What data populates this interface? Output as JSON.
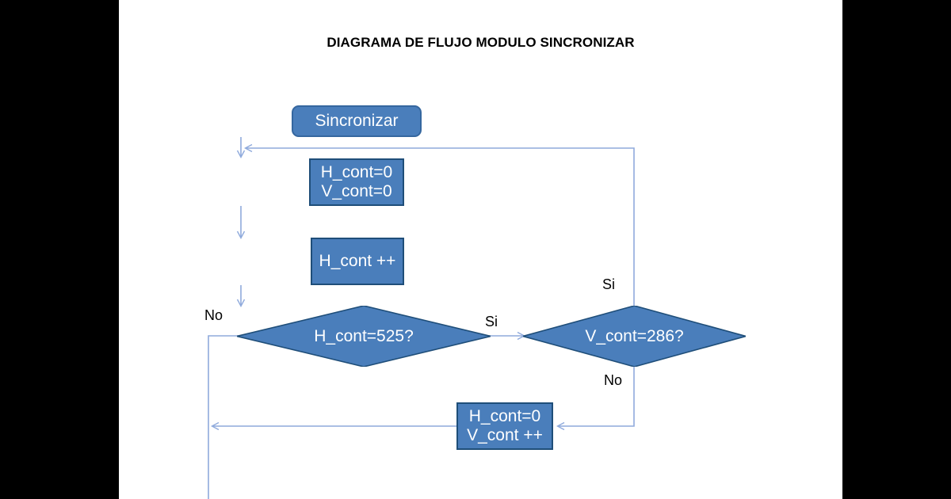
{
  "page": {
    "title": "DIAGRAMA DE FLUJO MODULO SINCRONIZAR",
    "background_color": "#ffffff",
    "matte_color": "#000000"
  },
  "theme": {
    "node_fill": "#4a7ebb",
    "node_border": "#1f4e79",
    "node_text": "#ffffff",
    "connector_color": "#8faadc",
    "label_text": "#000000"
  },
  "nodes": {
    "start": {
      "label": "Sincronizar",
      "shape": "terminator"
    },
    "init": {
      "line1": "H_cont=0",
      "line2": "V_cont=0",
      "shape": "process"
    },
    "increment_h": {
      "label": "H_cont ++",
      "shape": "process"
    },
    "decision_h": {
      "label": "H_cont=525?",
      "shape": "decision"
    },
    "decision_v": {
      "label": "V_cont=286?",
      "shape": "decision"
    },
    "reset_h_increment_v": {
      "line1": "H_cont=0",
      "line2": "V_cont ++",
      "shape": "process"
    }
  },
  "edge_labels": {
    "decision_h_no": "No",
    "decision_h_si": "Si",
    "decision_v_si": "Si",
    "decision_v_no": "No"
  }
}
